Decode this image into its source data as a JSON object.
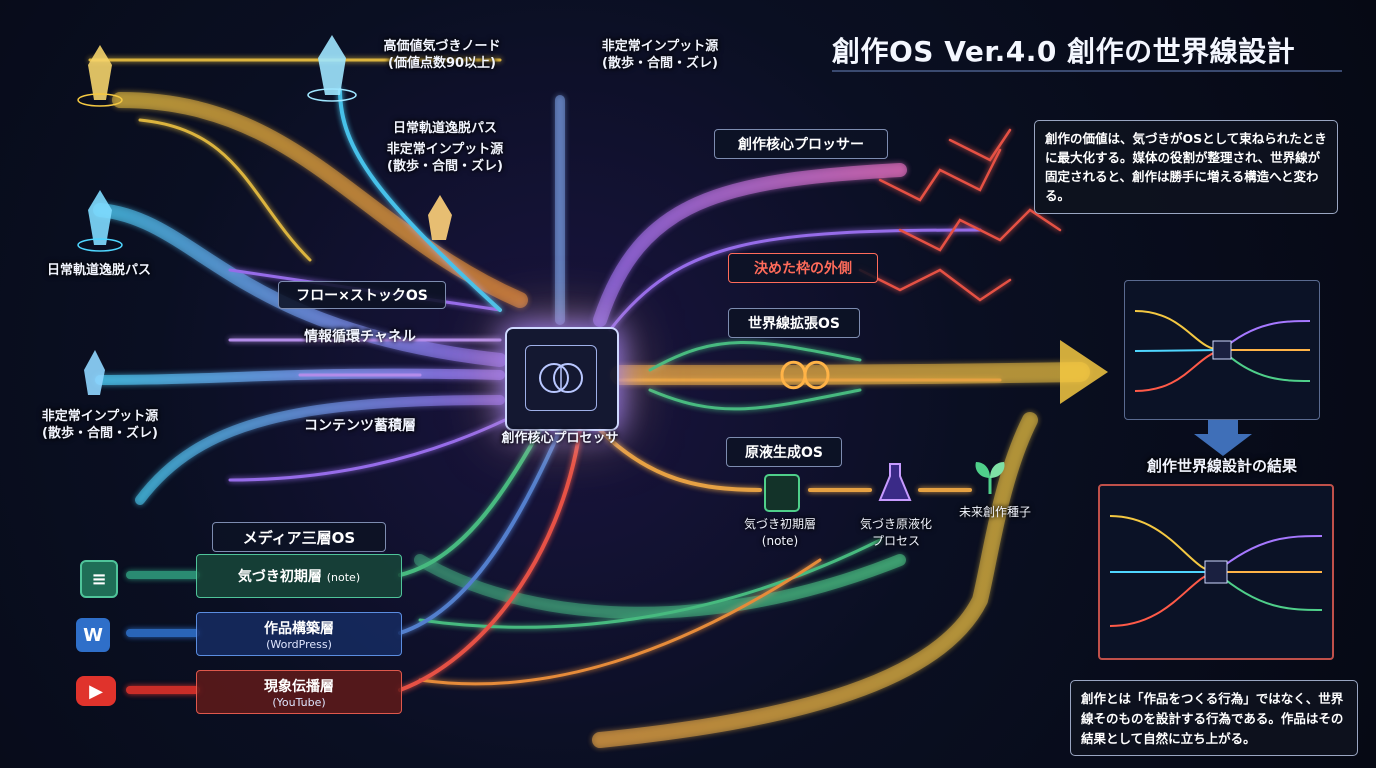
{
  "title": "創作OS Ver.4.0 創作の世界線設計",
  "top_labels": {
    "high_value_node_line1": "高価値気づきノード",
    "high_value_node_line2": "(価値点数90以上)",
    "unusual_input_top_line1": "非定常インプット源",
    "unusual_input_top_line2": "(散歩・合間・ズレ)",
    "daily_escape_mid": "日常軌道逸脱パス",
    "unusual_input_mid_line1": "非定常インプット源",
    "unusual_input_mid_line2": "(散歩・合間・ズレ)"
  },
  "left_labels": {
    "daily_escape_left": "日常軌道逸脱パス",
    "unusual_input_left_line1": "非定常インプット源",
    "unusual_input_left_line2": "(散歩・合間・ズレ)"
  },
  "flow_stock": {
    "box": "フロー×ストックOS",
    "circulation": "情報循環チャネル",
    "accumulation": "コンテンツ蓄積層"
  },
  "core": {
    "processor_label": "創作核心プロセッサ",
    "processor_box": "創作核心プロッサー"
  },
  "boundary_box": "決めた枠の外側",
  "worldline_box": "世界線拡張OS",
  "stock_liquid": {
    "box": "原液生成OS",
    "step1_line1": "気づき初期層",
    "step1_line2": "(note)",
    "step2_line1": "気づき原液化",
    "step2_line2": "プロセス",
    "step3": "未来創作種子"
  },
  "media": {
    "box": "メディア三層OS",
    "layers": [
      {
        "title": "気づき初期層",
        "sub": "(note)",
        "icon": "note-icon",
        "color": "#2f9a7c"
      },
      {
        "title": "作品構築層",
        "sub": "(WordPress)",
        "icon": "wordpress-icon",
        "color": "#2f6fc9"
      },
      {
        "title": "現象伝播層",
        "sub": "(YouTube)",
        "icon": "youtube-icon",
        "color": "#e0332c"
      }
    ],
    "note_suffix": "(note)"
  },
  "right": {
    "desc_top": "創作の価値は、気づきがOSとして束ねられたときに最大化する。媒体の役割が整理され、世界線が固定されると、創作は勝手に増える構造へと変わる。",
    "result_title": "創作世界線設計の結果",
    "desc_bottom": "創作とは「作品をつくる行為」ではなく、世界線そのものを設計する行為である。作品はその結果として自然に立ち上がる。"
  },
  "colors": {
    "yellow": "#f4c842",
    "cyan": "#4fd6ff",
    "purple": "#a678ff",
    "orange": "#ff9a3c",
    "green": "#4fcf8a",
    "red": "#ff5a48",
    "blue": "#5b8de0"
  }
}
